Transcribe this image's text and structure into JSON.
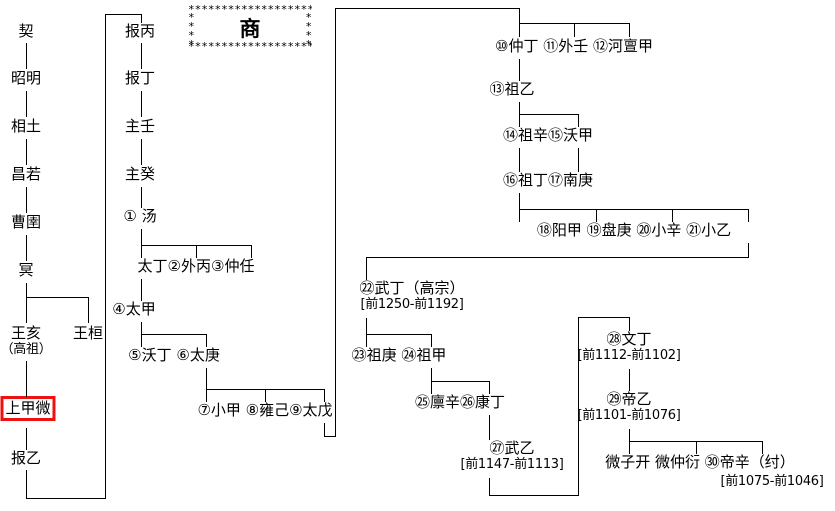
{
  "title": {
    "label": "商",
    "border_glyph": "*",
    "border_top": "*******************",
    "border_side": "*\n*\n*\n*"
  },
  "colors": {
    "ink": "#000000",
    "highlight": "#ee1111",
    "background": "#ffffff"
  },
  "highlighted_node": "上甲微",
  "columns": {
    "predynastic_ancestors": [
      {
        "label": "契"
      },
      {
        "label": "昭明"
      },
      {
        "label": "相土"
      },
      {
        "label": "昌若"
      },
      {
        "label": "曹圉"
      },
      {
        "label": "冥"
      },
      {
        "label": "王亥",
        "sub": "（高祖）"
      },
      {
        "label": "王桓"
      },
      {
        "label": "上甲微",
        "highlight": true
      },
      {
        "label": "报乙"
      }
    ],
    "pre_tang": [
      {
        "label": "报丙"
      },
      {
        "label": "报丁"
      },
      {
        "label": "主壬"
      },
      {
        "label": "主癸"
      }
    ]
  },
  "nodes": [
    {
      "id": "n01",
      "text": "契"
    },
    {
      "id": "n02",
      "text": "昭明"
    },
    {
      "id": "n03",
      "text": "相土"
    },
    {
      "id": "n04",
      "text": "昌若"
    },
    {
      "id": "n05",
      "text": "曹圉"
    },
    {
      "id": "n06",
      "text": "冥"
    },
    {
      "id": "n07",
      "text": "王亥",
      "line2": "（高祖）"
    },
    {
      "id": "n08",
      "text": "王桓"
    },
    {
      "id": "n09",
      "text": "上甲微"
    },
    {
      "id": "n10",
      "text": "报乙"
    },
    {
      "id": "n11",
      "text": "报丙"
    },
    {
      "id": "n12",
      "text": "报丁"
    },
    {
      "id": "n13",
      "text": "主壬"
    },
    {
      "id": "n14",
      "text": "主癸"
    },
    {
      "id": "n15",
      "text": "①  汤"
    },
    {
      "id": "n16",
      "text": "太丁②外丙③仲任"
    },
    {
      "id": "n17",
      "text": "④太甲"
    },
    {
      "id": "n18",
      "text": "⑤沃丁 ⑥太庚"
    },
    {
      "id": "n19",
      "text": "⑦小甲 ⑧雍己⑨太戊"
    },
    {
      "id": "n20",
      "text": "⑩仲丁 ⑪外壬 ⑫河亶甲"
    },
    {
      "id": "n21",
      "text": "⑬祖乙"
    },
    {
      "id": "n22",
      "text": "⑭祖辛⑮沃甲"
    },
    {
      "id": "n23",
      "text": "⑯祖丁⑰南庚"
    },
    {
      "id": "n24",
      "text": "⑱阳甲 ⑲盘庚 ⑳小辛 ㉑小乙"
    },
    {
      "id": "n25",
      "text": "㉒武丁（高宗）",
      "line2": "[前1250-前1192]"
    },
    {
      "id": "n26",
      "text": "㉓祖庚 ㉔祖甲"
    },
    {
      "id": "n27",
      "text": "㉕廪辛㉖康丁"
    },
    {
      "id": "n28",
      "text": "㉗武乙",
      "line2": "[前1147-前1113]"
    },
    {
      "id": "n29",
      "text": "㉘文丁",
      "line2": "[前1112-前1102]"
    },
    {
      "id": "n30",
      "text": "㉙帝乙",
      "line2": "[前1101-前1076]"
    },
    {
      "id": "n31",
      "text": "微子开 微仲衍 ㉚帝辛（纣）"
    },
    {
      "id": "n32",
      "text": "[前1075-前1046]"
    }
  ],
  "kings": [
    {
      "no": 1,
      "name": "汤"
    },
    {
      "no": 2,
      "name": "外丙"
    },
    {
      "no": 3,
      "name": "仲任"
    },
    {
      "no": 4,
      "name": "太甲"
    },
    {
      "no": 5,
      "name": "沃丁"
    },
    {
      "no": 6,
      "name": "太庚"
    },
    {
      "no": 7,
      "name": "小甲"
    },
    {
      "no": 8,
      "name": "雍己"
    },
    {
      "no": 9,
      "name": "太戊"
    },
    {
      "no": 10,
      "name": "仲丁"
    },
    {
      "no": 11,
      "name": "外壬"
    },
    {
      "no": 12,
      "name": "河亶甲"
    },
    {
      "no": 13,
      "name": "祖乙"
    },
    {
      "no": 14,
      "name": "祖辛"
    },
    {
      "no": 15,
      "name": "沃甲"
    },
    {
      "no": 16,
      "name": "祖丁"
    },
    {
      "no": 17,
      "name": "南庚"
    },
    {
      "no": 18,
      "name": "阳甲"
    },
    {
      "no": 19,
      "name": "盘庚"
    },
    {
      "no": 20,
      "name": "小辛"
    },
    {
      "no": 21,
      "name": "小乙"
    },
    {
      "no": 22,
      "name": "武丁",
      "epithet": "高宗",
      "reign": "[前1250-前1192]"
    },
    {
      "no": 23,
      "name": "祖庚"
    },
    {
      "no": 24,
      "name": "祖甲"
    },
    {
      "no": 25,
      "name": "廪辛"
    },
    {
      "no": 26,
      "name": "康丁"
    },
    {
      "no": 27,
      "name": "武乙",
      "reign": "[前1147-前1113]"
    },
    {
      "no": 28,
      "name": "文丁",
      "reign": "[前1112-前1102]"
    },
    {
      "no": 29,
      "name": "帝乙",
      "reign": "[前1101-前1076]"
    },
    {
      "no": 30,
      "name": "帝辛",
      "epithet": "纣",
      "reign": "[前1075-前1046]"
    }
  ],
  "non_kings": [
    "太丁",
    "微子开",
    "微仲衍",
    "王桓"
  ]
}
